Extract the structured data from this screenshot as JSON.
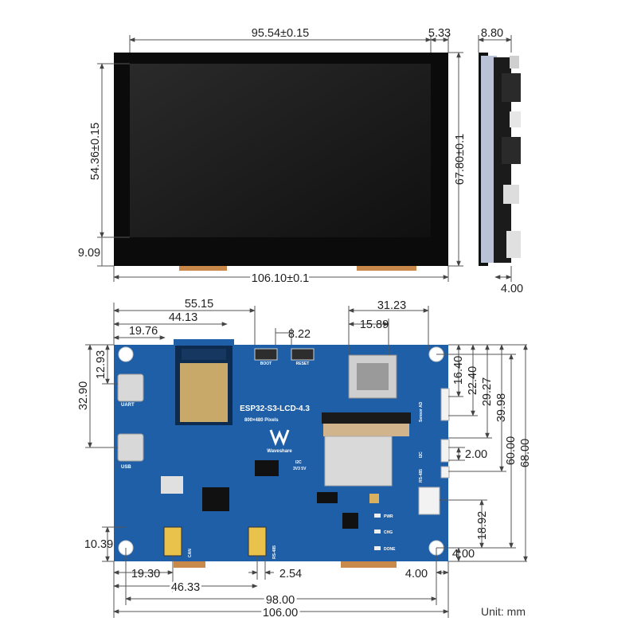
{
  "front_view": {
    "width_label": "95.54±0.15",
    "bezel_label": "5.33",
    "height_active_label": "54.36±0.15",
    "bottom_offset_label": "9.09",
    "total_height_label": "67.80±0.1",
    "total_width_label": "106.10±0.1"
  },
  "side_view": {
    "thickness_label": "8.80",
    "offset_label": "4.00"
  },
  "back_view": {
    "top_dims": {
      "d1": "55.15",
      "d2": "44.13",
      "d3": "19.76",
      "d4": "8.22",
      "d5": "31.23",
      "d6": "15.89"
    },
    "left_dims": {
      "d1": "12.93",
      "d2": "32.90",
      "d3": "10.39"
    },
    "right_dims": {
      "d1": "16.40",
      "d2": "22.40",
      "d3": "29.27",
      "d4": "39.98",
      "d5": "60.00",
      "d6": "68.00",
      "d7": "2.00",
      "d8": "18.92",
      "d9": "4.00"
    },
    "bottom_dims": {
      "d1": "19.30",
      "d2": "2.54",
      "d3": "4.00",
      "d4": "46.33",
      "d5": "98.00",
      "d6": "106.00"
    },
    "silkscreen": {
      "board_name": "ESP32-S3-LCD-4.3",
      "resolution": "800×480 Pixels",
      "brand": "Waveshare",
      "boot": "BOOT",
      "reset": "RESET",
      "uart": "UART",
      "usb": "USB",
      "can": "CAN",
      "rs485": "RS-485",
      "i2c": "I2C",
      "i2c_pins": "3V3 5V",
      "pwr": "PWR",
      "chg": "CHG",
      "done": "DONE",
      "sensor_ad": "Sensor AD",
      "can_hl": "CAN",
      "i2c_right": "I2C",
      "rs485_right": "RS-485"
    },
    "colors": {
      "pcb": "#1f5fa8",
      "pcb_dark": "#184c88",
      "connector_yellow": "#e8c24a"
    }
  },
  "unit_label": "Unit: mm"
}
